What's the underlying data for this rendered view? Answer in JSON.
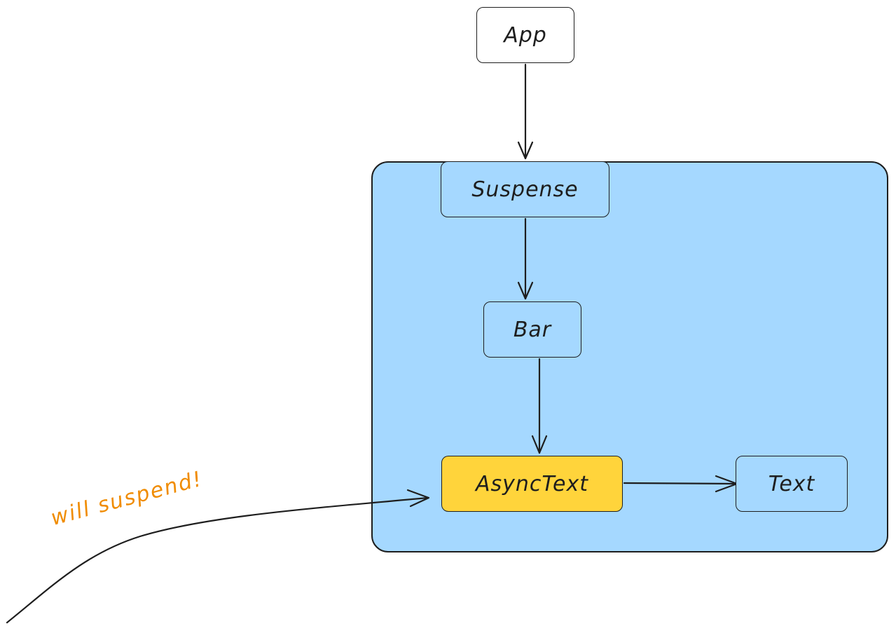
{
  "nodes": {
    "app": "App",
    "suspense": "Suspense",
    "bar": "Bar",
    "asynctext": "AsyncText",
    "text": "Text"
  },
  "annotation": {
    "text": "will suspend!"
  },
  "edges": [
    {
      "from": "App",
      "to": "Suspense"
    },
    {
      "from": "Suspense",
      "to": "Bar"
    },
    {
      "from": "Bar",
      "to": "AsyncText"
    },
    {
      "from": "AsyncText",
      "to": "Text"
    },
    {
      "from": "will suspend!",
      "to": "AsyncText"
    }
  ],
  "colors": {
    "boundary_fill": "#a5d8ff",
    "highlight_fill": "#ffd43b",
    "node_fill": "#a5d8ff",
    "stroke": "#1e1e1e",
    "annotation": "#f08c00"
  }
}
